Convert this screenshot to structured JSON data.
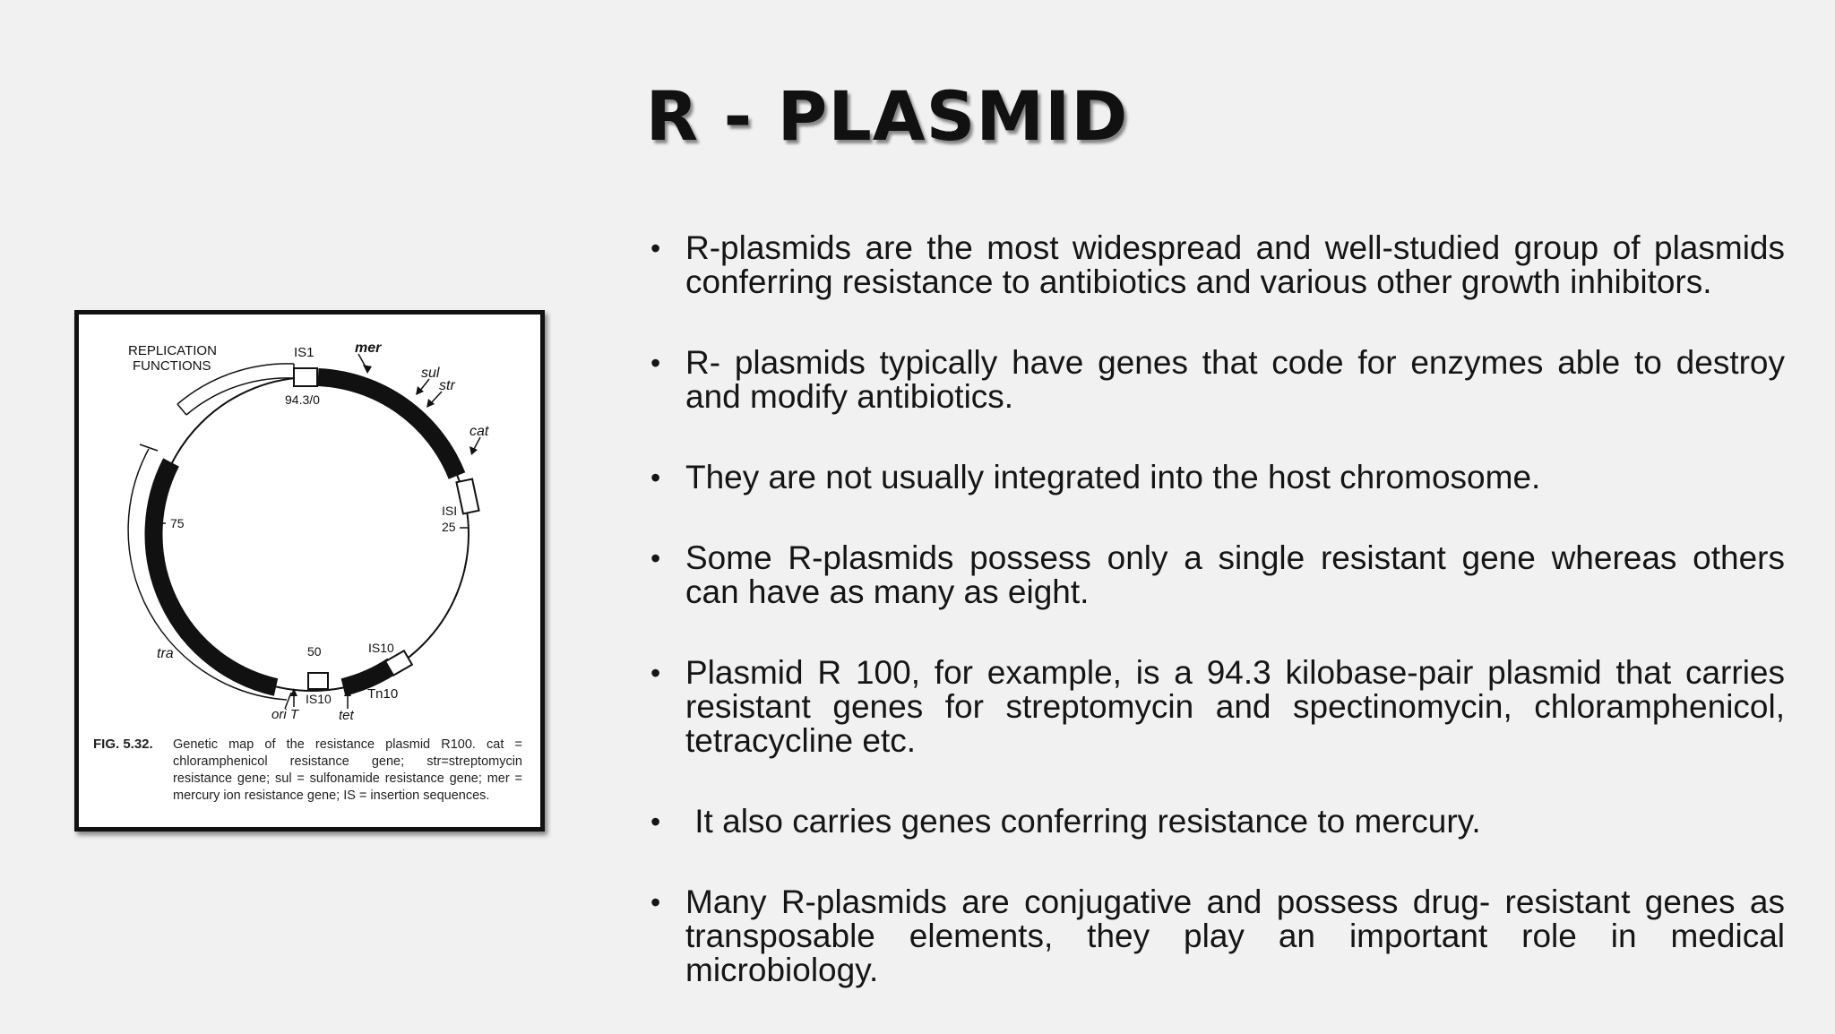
{
  "title": "R - PLASMID",
  "bullets": [
    "R-plasmids are the most widespread and well-studied group of plasmids conferring resistance to antibiotics and various other growth inhibitors.",
    "R- plasmids typically have genes that code for enzymes able to destroy and modify antibiotics.",
    "They are not usually integrated into the host chromosome.",
    "Some R-plasmids possess only a single resistant gene whereas others can have as many as eight.",
    "Plasmid R 100, for example, is a 94.3 kilobase-pair plasmid that carries resistant genes for streptomycin and spectinomycin, chloramphenicol, tetracycline etc.",
    " It also carries genes conferring resistance to mercury.",
    "Many R-plasmids are conjugative and possess drug- resistant genes as transposable elements, they play an important role in medical microbiology."
  ],
  "figure": {
    "labels": {
      "replication_1": "REPLICATION",
      "replication_2": "FUNCTIONS",
      "is1_top": "IS1",
      "mer": "mer",
      "sul": "sul",
      "str": "str",
      "cat": "cat",
      "origin": "94.3/0",
      "is1_right": "ISI",
      "pos25": "25",
      "pos75": "75",
      "pos50": "50",
      "is10_a": "IS10",
      "is10_b": "IS10",
      "tn10": "Tn10",
      "tet": "tet",
      "tra": "tra",
      "orit": "ori T"
    },
    "caption_number": "FIG. 5.32.",
    "caption_text": "Genetic map of the resistance plasmid R100. cat = chloramphenicol resistance gene; str=streptomycin resistance gene; sul = sulfonamide resistance gene; mer = mercury ion resistance gene; IS = insertion sequences."
  }
}
